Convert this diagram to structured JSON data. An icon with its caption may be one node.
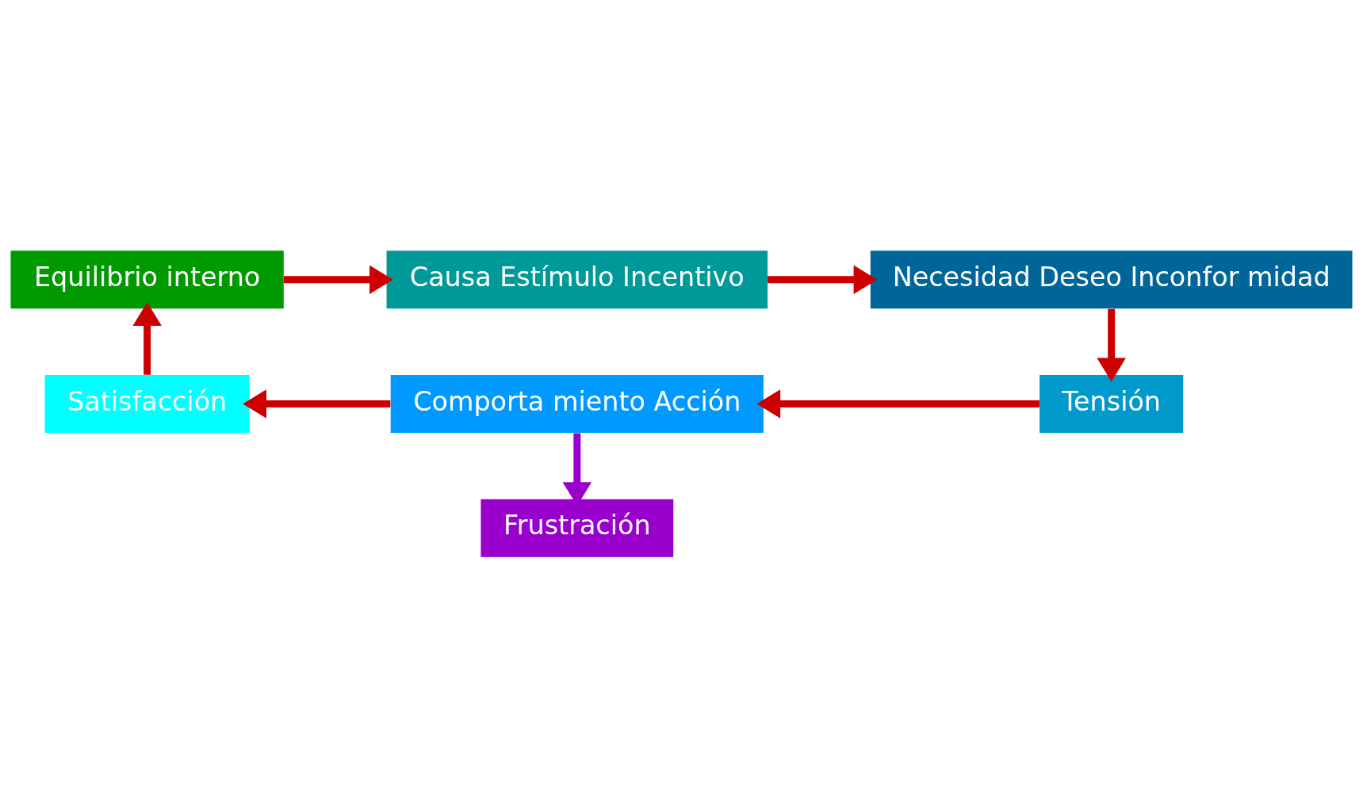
{
  "diagram": {
    "nodes": [
      {
        "text": [
          "Equilibrio interno"
        ]
      },
      {
        "text": [
          "Causa Estímulo Incentivo"
        ]
      },
      {
        "text": [
          "Necesidad Deseo Inconfor midad"
        ]
      },
      {
        "text": [
          "Tensión"
        ]
      },
      {
        "text": [
          "Comporta miento Acción"
        ]
      },
      {
        "text": [
          "Satisfacción"
        ]
      },
      {
        "text": [
          "Frustración"
        ]
      }
    ],
    "edges": [
      {
        "from": 0,
        "to": 1,
        "arrow": "to"
      },
      {
        "from": 1,
        "to": 2,
        "arrow": "to"
      },
      {
        "from": 2,
        "to": 3,
        "arrow": "to"
      },
      {
        "from": 3,
        "to": 4,
        "arrow": "to"
      },
      {
        "from": 4,
        "to": 5,
        "arrow": "to"
      },
      {
        "from": 5,
        "to": 0,
        "arrow": "to"
      },
      {
        "from": 4,
        "to": 6,
        "arrow": "to",
        "color": "#9900cc"
      }
    ]
  }
}
